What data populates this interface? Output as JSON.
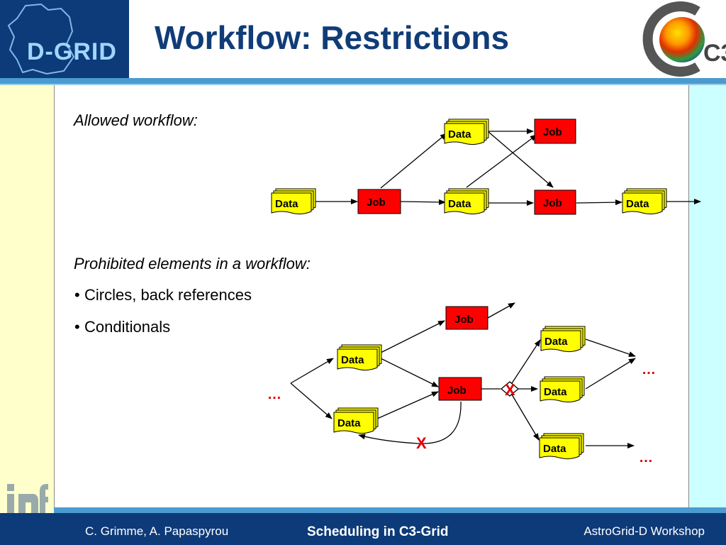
{
  "header": {
    "left_logo_text": "D-GRID",
    "title": "Workflow: Restrictions",
    "right_logo_text": "C3"
  },
  "body": {
    "allowed_heading": "Allowed workflow:",
    "prohibited_heading": "Prohibited elements in a workflow:",
    "bullets": [
      "Circles, back references",
      "Conditionals"
    ]
  },
  "diagram": {
    "data_label": "Data",
    "job_label": "Job",
    "prohibited_marker": "X",
    "ellipsis": "…",
    "colors": {
      "data_fill": "#ffff00",
      "job_fill": "#ff0000",
      "marker": "#e00000"
    }
  },
  "footer": {
    "authors": "C. Grimme, A. Papaspyrou",
    "center": "Scheduling in C3-Grid",
    "event": "AstroGrid-D Workshop"
  }
}
